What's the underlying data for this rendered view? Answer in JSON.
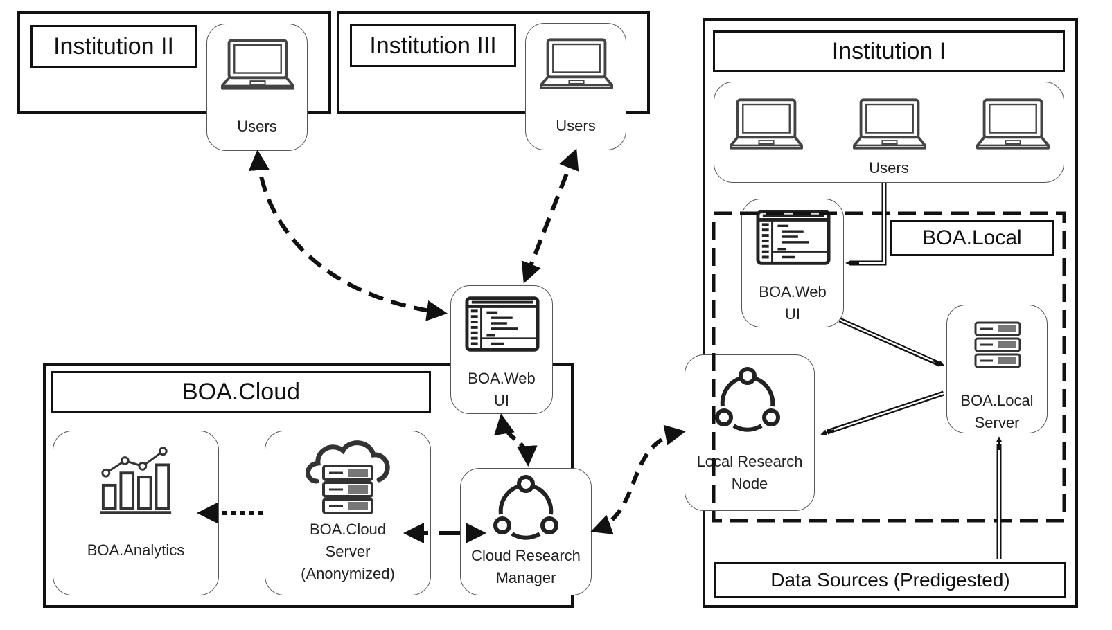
{
  "institution_2": {
    "title": "Institution II",
    "users_label": "Users"
  },
  "institution_3": {
    "title": "Institution III",
    "users_label": "Users"
  },
  "institution_1": {
    "title": "Institution I",
    "users_label": "Users",
    "local_title": "BOA.Local",
    "web_ui_label": "BOA.Web\nUI",
    "local_server_label": "BOA.Local\nServer",
    "local_research_node_label": "Local Research\nNode",
    "data_sources_label": "Data Sources (Predigested)"
  },
  "center": {
    "web_ui_label": "BOA.Web\nUI"
  },
  "cloud": {
    "title": "BOA.Cloud",
    "analytics_label": "BOA.Analytics",
    "cloud_server_label": "BOA.Cloud\nServer\n(Anonymized)",
    "research_manager_label": "Cloud Research\nManager"
  },
  "icons": {
    "laptop": "laptop-icon",
    "web_ui": "browser-window-icon",
    "server": "server-rack-icon",
    "cloud_server": "cloud-server-icon",
    "network": "network-cycle-icon",
    "analytics": "bar-line-chart-icon"
  },
  "colors": {
    "stroke": "#111111",
    "node_border": "#555555",
    "background": "#ffffff"
  }
}
